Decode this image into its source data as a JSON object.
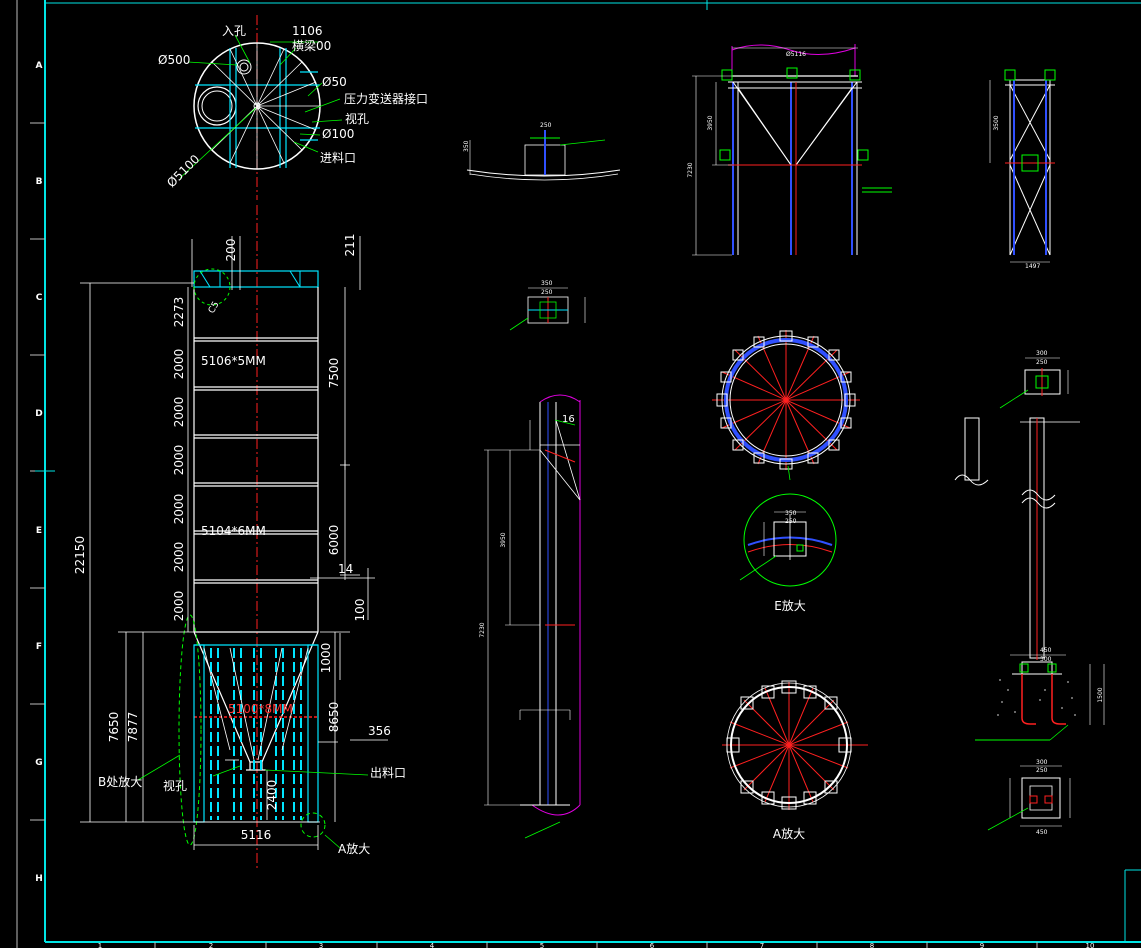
{
  "colors": {
    "background": "#000000",
    "frame": "#00e5e5",
    "dim": "#ffffff",
    "green": "#00ff00",
    "red": "#ff2020",
    "blue": "#3050ff",
    "cyan": "#00e5ff",
    "magenta": "#e000e0",
    "yellow": "#ffff00"
  },
  "frame": {
    "row_labels": [
      "A",
      "B",
      "C",
      "D",
      "E",
      "F",
      "G",
      "H"
    ],
    "col_labels": [
      "1",
      "2",
      "3",
      "4",
      "5",
      "6",
      "7",
      "8",
      "9",
      "10"
    ]
  },
  "top_view": {
    "manhole": "入孔",
    "dim_1106": "1106",
    "crossbeam": "横梁00",
    "dia500": "Ø500",
    "dia50": "Ø50",
    "pressure_port": "压力变送器接口",
    "sight_hole": "视孔",
    "dia100": "Ø100",
    "inlet": "进料口",
    "dia5100": "Ø5100"
  },
  "elevation": {
    "d200": "200",
    "d211": "211",
    "d2273": "2273",
    "d2000": "2000",
    "d7500": "7500",
    "d6000": "6000",
    "d22150": "22150",
    "d14": "14",
    "d100": "100",
    "d1000": "1000",
    "d8650": "8650",
    "d356": "356",
    "d7650": "7650",
    "d7877": "7877",
    "d2400": "2400",
    "d5116": "5116",
    "shell5mm": "5106*5MM",
    "shell6mm": "5104*6MM",
    "shell8mm": "5100*8MM",
    "outlet": "出料口",
    "sight": "视孔",
    "b_enlarge": "B处放大",
    "a_enlarge": "A放大",
    "c5": "C5"
  },
  "details": {
    "e_enlarge": "E放大",
    "a_enlarge2": "A放大",
    "d250": "250",
    "d350": "350",
    "d300": "300",
    "d450": "450",
    "d3950": "3950",
    "d7230": "7230",
    "d1500": "1500",
    "d16": "16",
    "d3500": "3500",
    "d1497": "1497",
    "d5116": "Ø5116"
  }
}
